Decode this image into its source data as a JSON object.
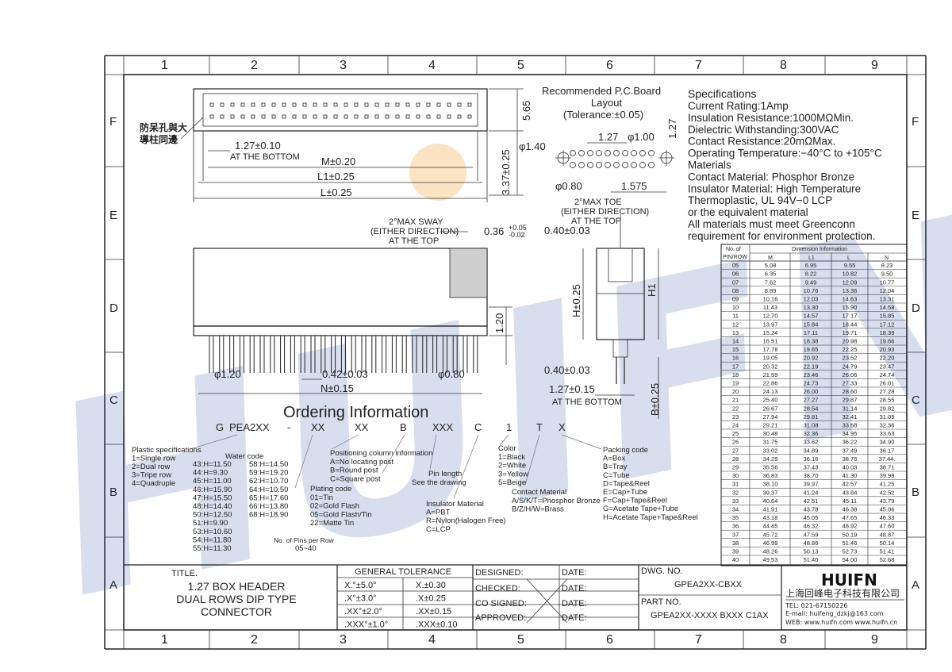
{
  "frame": {
    "top_cols": [
      "1",
      "2",
      "3",
      "4",
      "5",
      "6",
      "7",
      "8",
      "9"
    ],
    "side_rows": [
      "F",
      "E",
      "D",
      "C",
      "B",
      "A"
    ]
  },
  "watermark": {
    "text": "HUIFN"
  },
  "top_view": {
    "note_cn_line1": "防呆孔與大",
    "note_cn_line2": "導柱同邊",
    "dim_pitch": "1.27±0.10",
    "dim_pitch_note": "AT THE BOTTOM",
    "dim_m": "M±0.20",
    "dim_l1": "L1±0.25",
    "dim_l": "L±0.25",
    "dim_h1": "5.65",
    "dim_h2": "3.37±0.25"
  },
  "pcb_layout": {
    "title_line1": "Recommended P.C.Board",
    "title_line2": "Layout",
    "title_line3": "(Tolerance:±0.05)",
    "d_hole_large": "φ1.40",
    "d_pitch": "1.27",
    "d_hole": "φ1.00",
    "d_pitch_v": "1.27",
    "d_small": "φ0.80",
    "d_offset": "1.575"
  },
  "specs": {
    "heading": "Specifications",
    "lines": [
      "Current Rating:1Amp",
      "Insulation Resistance:1000MΩMin.",
      "Dielectric Withstanding:300VAC",
      "Contact Resistance:20mΩMax.",
      "Operating Temperature:−40°C to +105°C",
      "Materials",
      "Contact Material: Phosphor Bronze",
      "Insulator Material: High Temperature",
      "Thermoplastic, UL 94V−0 LCP",
      "or the equivalent material",
      "All materials must meet Greenconn",
      "requirement for environment protection."
    ]
  },
  "front_view": {
    "sway_line1": "2°MAX SWAY",
    "sway_line2": "(EITHER DIRECTION)",
    "sway_line3": "AT THE TOP",
    "dim_tail": "0.36",
    "dim_tail_tol_up": "+0.05",
    "dim_tail_tol_dn": "-0.02",
    "dim_120": "1.20",
    "dim_d120": "φ1.20",
    "dim_pin": "0.42±0.03",
    "dim_d080": "φ0.80",
    "dim_n": "N±0.15"
  },
  "side_view": {
    "toe_line1": "2°MAX TOE",
    "toe_line2": "(EITHER DIRECTION)",
    "toe_line3": "AT THE TOP",
    "dim_top": "0.40±0.03",
    "dim_h": "H±0.25",
    "dim_h1": "H1",
    "dim_bottom": "0.40±0.03",
    "dim_pitch": "1.27±0.15",
    "dim_pitch_note": "AT THE BOTTOM",
    "dim_b": "B±0.25"
  },
  "ordering": {
    "title": "Ordering Information",
    "code": [
      "G",
      "PEA2XX",
      "-",
      "XX",
      "XX",
      "B",
      "XXX",
      "C",
      "1",
      "T",
      "X"
    ],
    "plastic_title": "Plastic specifications",
    "plastic": [
      "1=Single row",
      "2=Dual row",
      "3=Tripe row",
      "4=Quadruple"
    ],
    "water_title": "Water code",
    "water_col1": [
      "43:H=11.50",
      "44:H=9.30",
      "45:H=11.00",
      "46:H=15.90",
      "47:H=15.50",
      "48:H=14.40",
      "50:H=12.50",
      "51:H=9.90",
      "53:H=10.60",
      "54:H=11.80",
      "55:H=11.30"
    ],
    "water_col2": [
      "58:H=14.50",
      "59:H=19.20",
      "62:H=10.70",
      "64:H=10.50",
      "65:H=17.60",
      "66:H=13.80",
      "68:H=18.90"
    ],
    "pins_title": "No. of Pins per Row",
    "pins_range": "05~40",
    "plating_title": "Plating code",
    "plating": [
      "01=Tin",
      "02=Gold Flash",
      "05=Gold Flash/Tin",
      "22=Matte Tin"
    ],
    "positioning_title": "Positioning column information",
    "positioning": [
      "A=No locating post",
      "B=Round post",
      "C=Square post"
    ],
    "pin_len_title": "Pin length",
    "pin_len_note": "See the drawing",
    "insulator_title": "Insulator Material",
    "insulator": [
      "A=PBT",
      "R=Nylon(Halogen Free)",
      "C=LCP"
    ],
    "color_title": "Color",
    "color": [
      "1=Black",
      "2=White",
      "3=Yellow",
      "5=Beige"
    ],
    "contact_title": "Contact Material",
    "contact": [
      "A/S/K/T=Phosphor Bronze",
      "B/Z/H/W=Brass"
    ],
    "packing_title": "Packing code",
    "packing": [
      "A=Box",
      "B=Tray",
      "C=Tube",
      "D=Tape&Reel",
      "E=Cap+Tube",
      "F=Cap+Tape&Reel",
      "G=Acetate Tape+Tube",
      "H=Acetate Tape+Tape&Reel"
    ]
  },
  "dim_table": {
    "h_no": "No. of",
    "h_pinrow": "PIN/ROW",
    "h_dim": "Dimension Information",
    "cols": [
      "M",
      "L1",
      "L",
      "N"
    ],
    "rows": [
      [
        "05",
        "5.08",
        "6.95",
        "9.55",
        "8.23"
      ],
      [
        "06",
        "6.35",
        "8.22",
        "10.82",
        "9.50"
      ],
      [
        "07",
        "7.62",
        "9.49",
        "12.09",
        "10.77"
      ],
      [
        "08",
        "8.89",
        "10.76",
        "13.36",
        "12.04"
      ],
      [
        "09",
        "10.16",
        "12.03",
        "14.63",
        "13.31"
      ],
      [
        "10",
        "11.43",
        "13.30",
        "15.90",
        "14.58"
      ],
      [
        "11",
        "12.70",
        "14.57",
        "17.17",
        "15.85"
      ],
      [
        "12",
        "13.97",
        "15.84",
        "18.44",
        "17.12"
      ],
      [
        "13",
        "15.24",
        "17.11",
        "19.71",
        "18.39"
      ],
      [
        "14",
        "16.51",
        "18.38",
        "20.98",
        "19.66"
      ],
      [
        "15",
        "17.78",
        "19.65",
        "22.25",
        "20.93"
      ],
      [
        "16",
        "19.05",
        "20.92",
        "23.52",
        "22.20"
      ],
      [
        "17",
        "20.32",
        "22.19",
        "24.79",
        "23.47"
      ],
      [
        "18",
        "21.59",
        "23.46",
        "26.06",
        "24.74"
      ],
      [
        "19",
        "22.86",
        "24.73",
        "27.33",
        "26.01"
      ],
      [
        "20",
        "24.13",
        "26.00",
        "28.60",
        "27.28"
      ],
      [
        "21",
        "25.40",
        "27.27",
        "29.87",
        "28.55"
      ],
      [
        "22",
        "26.67",
        "28.54",
        "31.14",
        "29.82"
      ],
      [
        "23",
        "27.94",
        "29.81",
        "32.41",
        "31.09"
      ],
      [
        "24",
        "29.21",
        "31.08",
        "33.68",
        "32.36"
      ],
      [
        "25",
        "30.48",
        "32.36",
        "34.95",
        "33.63"
      ],
      [
        "26",
        "31.75",
        "33.62",
        "36.22",
        "34.90"
      ],
      [
        "27",
        "33.02",
        "34.89",
        "37.49",
        "36.17"
      ],
      [
        "28",
        "34.29",
        "36.16",
        "38.76",
        "37.44."
      ],
      [
        "29",
        "35.56",
        "37.43",
        "40.03",
        "38.71"
      ],
      [
        "30",
        "36.83",
        "38.70",
        "41.30",
        "39.98"
      ],
      [
        "31",
        "38.10",
        "39.97",
        "42.57",
        "41.25"
      ],
      [
        "32",
        "39.37",
        "41.24",
        "43.84",
        "42.52"
      ],
      [
        "33",
        "40.64",
        "42.51",
        "45.11",
        "43.79"
      ],
      [
        "34",
        "41.91",
        "43.78",
        "46.38",
        "45.06"
      ],
      [
        "35",
        "43.18",
        "45.05",
        "47.65",
        "46.33"
      ],
      [
        "36",
        "44.45",
        "46.32",
        "48.92",
        "47.60"
      ],
      [
        "37",
        "45.72",
        "47.59",
        "50.19",
        "48.87"
      ],
      [
        "38",
        "46.99",
        "48.86",
        "51.46",
        "50.14"
      ],
      [
        "39",
        "48.26",
        "50.13",
        "52.73",
        "51.41"
      ],
      [
        "40",
        "49.53",
        "51.40",
        "54.00",
        "52.68"
      ]
    ]
  },
  "title_block": {
    "title_label": "TITLE.",
    "title_lines": [
      "1.27 BOX HEADER",
      "DUAL ROWS DIP TYPE",
      "CONNECTOR"
    ],
    "tol_header": "GENERAL TOLERANCE",
    "tol": [
      [
        "X.°±5.0°",
        "X.±0.30"
      ],
      [
        ".X°±3.0°",
        ".X±0.25"
      ],
      [
        ".XX°±2.0°",
        ".XX±0.15"
      ],
      [
        ".XXX°±1.0°",
        ".XXX±0.10"
      ]
    ],
    "sign_labels": [
      "DESIGNED:",
      "CHECKED:",
      "CO SIGNED:",
      "APPROVED:"
    ],
    "date_label": "DATE:",
    "dwg_label": "DWG. NO.",
    "dwg_no": "GPEA2XX-CBXX",
    "part_label": "PART NO.",
    "part_no": "GPEA2XX-XXXX BXXX C1AX",
    "logo": "HUIFN",
    "company": "上海回峰电子科技有限公司",
    "tel": "TEL: 021-67150226",
    "email": "E-mail: huifeng_dzkj@163.com",
    "web": "WEB: www.huifn.com  www.huifn.cn"
  }
}
